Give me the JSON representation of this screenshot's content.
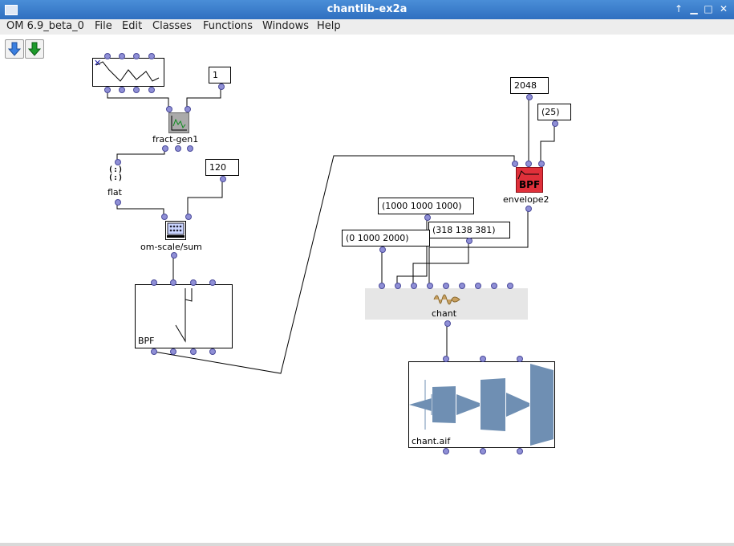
{
  "window": {
    "title": "chantlib-ex2a"
  },
  "menubar": {
    "items": [
      "OM 6.9_beta_0",
      "File",
      "Edit",
      "Classes",
      "Functions",
      "Windows",
      "Help"
    ]
  },
  "toolbar": {
    "buttons": [
      {
        "icon": "arrow-down-blue-icon"
      },
      {
        "icon": "arrow-down-green-icon"
      }
    ]
  },
  "values": {
    "one": "1",
    "one_twenty": "120",
    "size": "2048",
    "twentyfive": "(25)",
    "freqs": "(1000 1000 1000)",
    "amps": "(318 138 381)",
    "times": "(0 1000 2000)"
  },
  "boxes": {
    "fract_gen": "fract-gen1",
    "flat": "flat",
    "om_scale": "om-scale/sum",
    "bpf": "BPF",
    "envelope": "envelope2",
    "chant": "chant",
    "sound": "chant.aif"
  },
  "colors": {
    "titlebar": "#3a7fd0",
    "bpf_red": "#e0303a",
    "wave": "#6f8fb3",
    "inlet": "#8f8fd6"
  }
}
